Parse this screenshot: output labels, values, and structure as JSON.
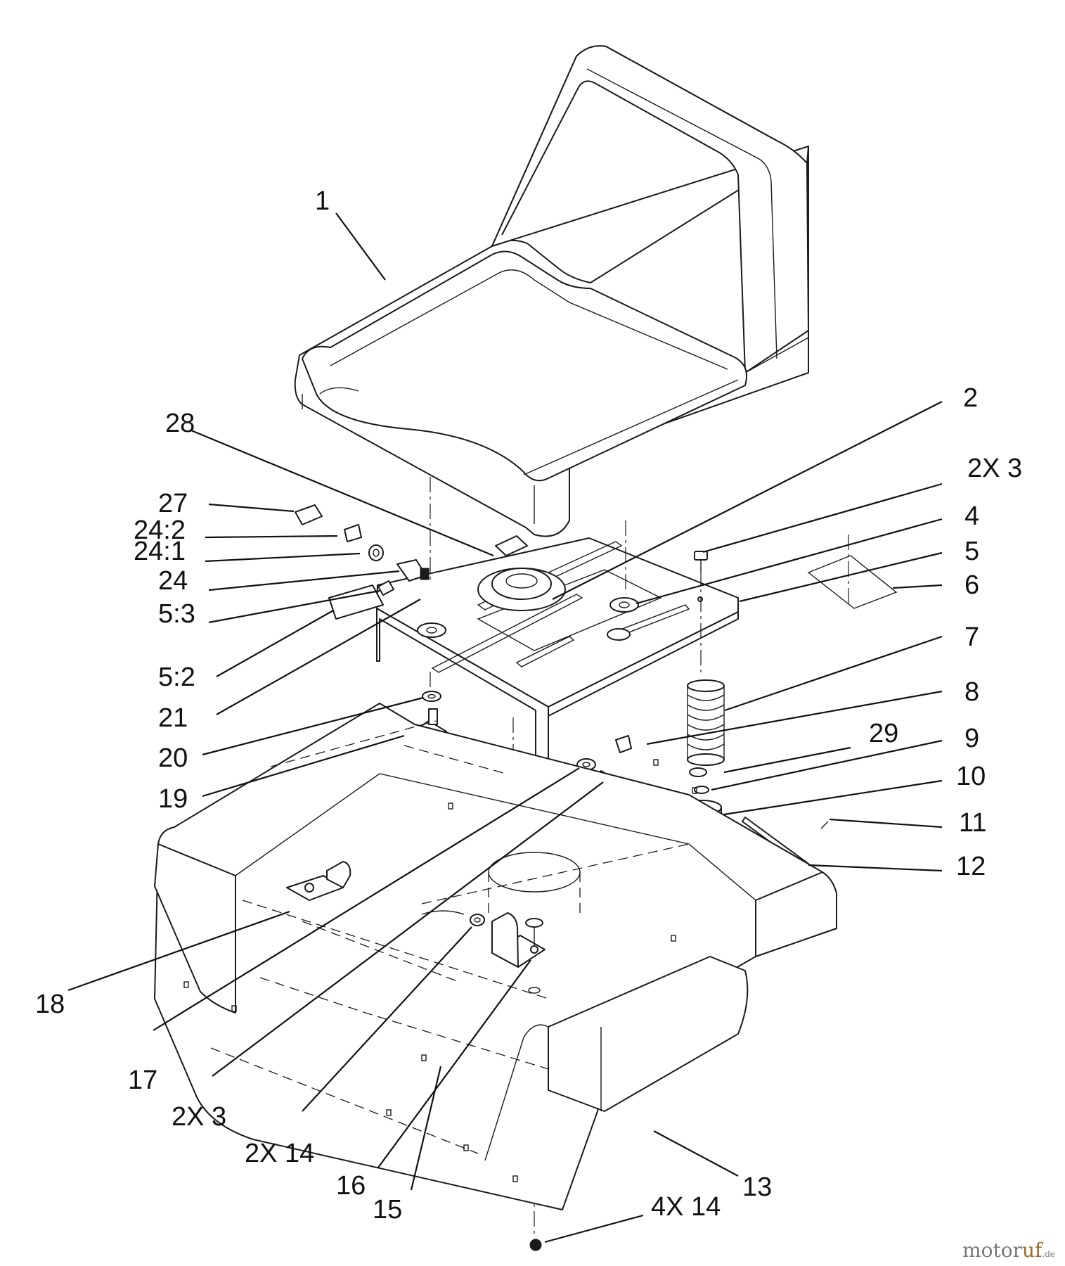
{
  "callouts": [
    {
      "id": "1",
      "label": "1"
    },
    {
      "id": "2",
      "label": "2"
    },
    {
      "id": "2x3-top",
      "label": "2X 3"
    },
    {
      "id": "4",
      "label": "4"
    },
    {
      "id": "5",
      "label": "5"
    },
    {
      "id": "6",
      "label": "6"
    },
    {
      "id": "7",
      "label": "7"
    },
    {
      "id": "8",
      "label": "8"
    },
    {
      "id": "29",
      "label": "29"
    },
    {
      "id": "9",
      "label": "9"
    },
    {
      "id": "10",
      "label": "10"
    },
    {
      "id": "11",
      "label": "11"
    },
    {
      "id": "12",
      "label": "12"
    },
    {
      "id": "13",
      "label": "13"
    },
    {
      "id": "4x14",
      "label": "4X 14"
    },
    {
      "id": "15",
      "label": "15"
    },
    {
      "id": "16",
      "label": "16"
    },
    {
      "id": "2x14",
      "label": "2X 14"
    },
    {
      "id": "2x3-bottom",
      "label": "2X 3"
    },
    {
      "id": "17",
      "label": "17"
    },
    {
      "id": "18",
      "label": "18"
    },
    {
      "id": "19",
      "label": "19"
    },
    {
      "id": "20",
      "label": "20"
    },
    {
      "id": "21",
      "label": "21"
    },
    {
      "id": "5-2",
      "label": "5:2"
    },
    {
      "id": "5-3",
      "label": "5:3"
    },
    {
      "id": "24",
      "label": "24"
    },
    {
      "id": "24-1",
      "label": "24:1"
    },
    {
      "id": "24-2",
      "label": "24:2"
    },
    {
      "id": "27",
      "label": "27"
    },
    {
      "id": "28",
      "label": "28"
    }
  ],
  "watermark": {
    "text_main": "motor",
    "text_accent": "uf",
    "text_tld": ".de"
  }
}
